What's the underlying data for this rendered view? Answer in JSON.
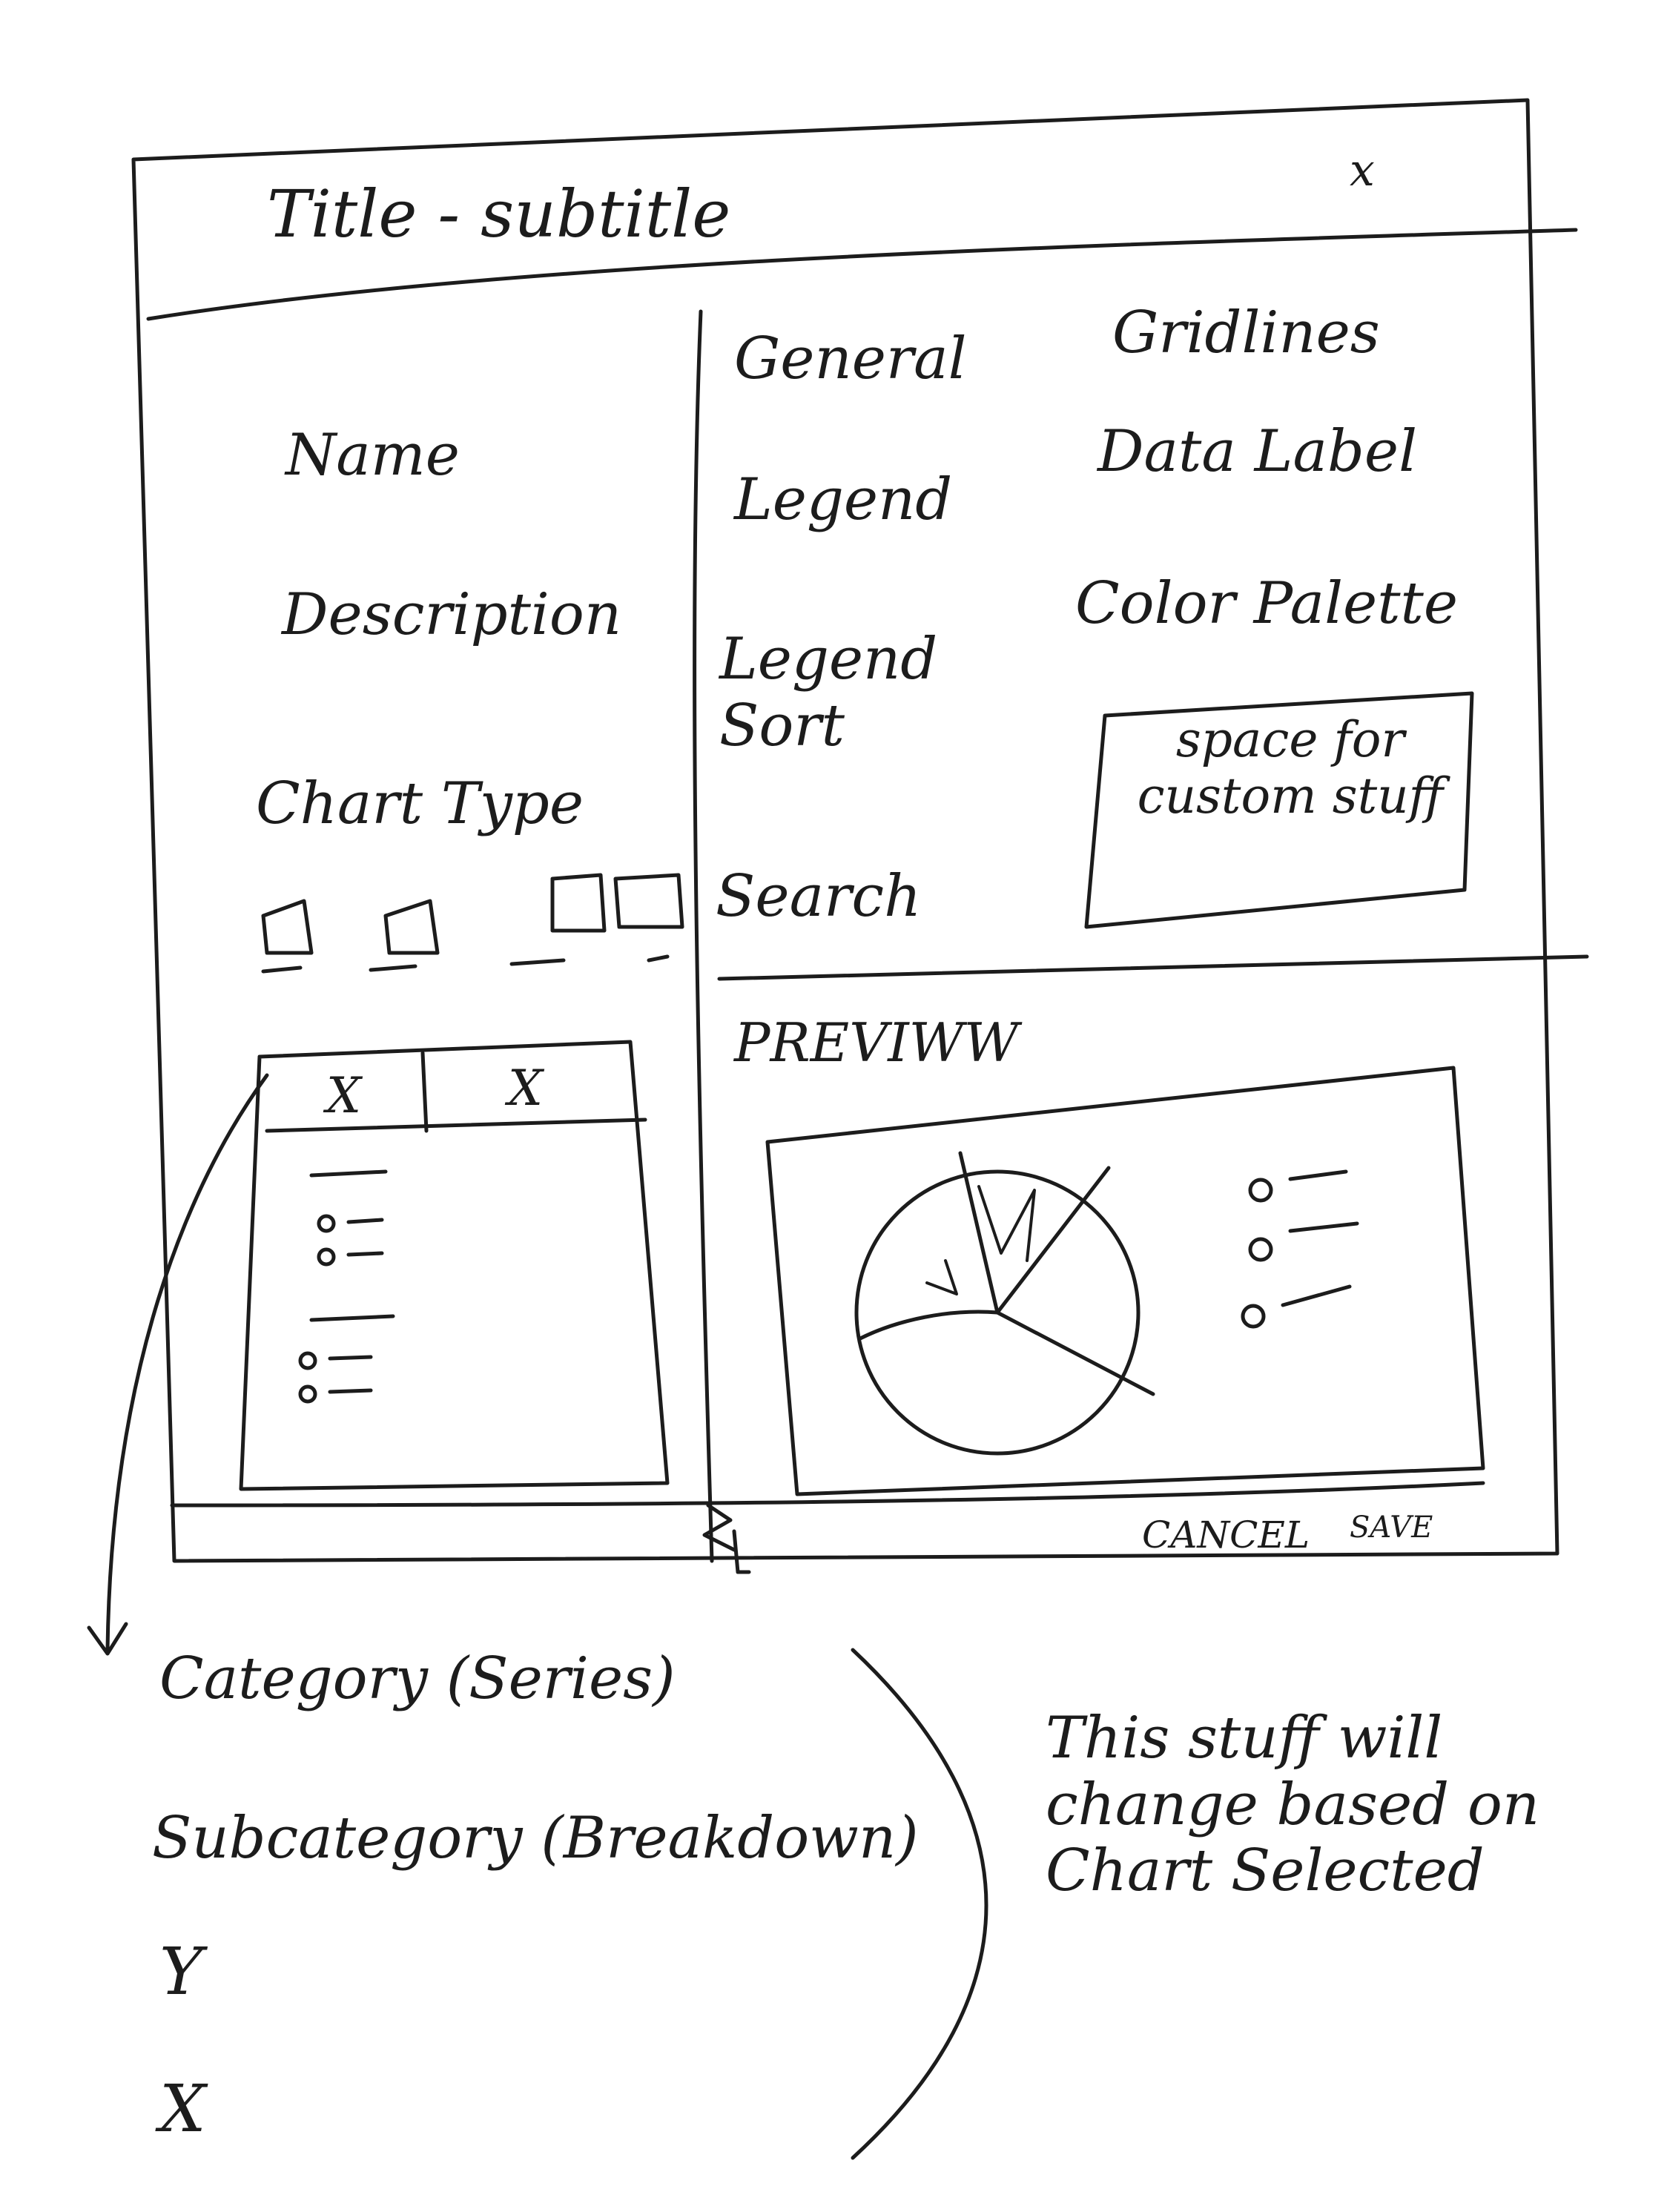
{
  "dialog": {
    "title": "Title - subtitle",
    "close_glyph": "x",
    "close_icon": "close-icon"
  },
  "left_panel": {
    "name_label": "Name",
    "description_label": "Description",
    "chart_type_label": "Chart Type",
    "chart_type_icon": "chart-type-thumbnail-icon",
    "chart_type_count": 4,
    "field_table": {
      "headers": [
        "X",
        "X"
      ]
    }
  },
  "options_panel": {
    "general": "General",
    "legend": "Legend",
    "legend_sort": "Legend Sort",
    "search": "Search",
    "gridlines": "Gridlines",
    "data_label": "Data Label",
    "color_palette": "Color Palette",
    "custom_area": "space for custom stuff"
  },
  "preview": {
    "label": "PREVIWW"
  },
  "footer": {
    "cancel_label": "CANCEL",
    "save_label": "SAVE",
    "resize_icon": "resize-handle-icon"
  },
  "annotations": {
    "field_list": [
      "Category (Series)",
      "Subcategory (Breakdown)",
      "Y",
      "X"
    ],
    "note": "This stuff will change based on Chart Selected"
  },
  "colors": {
    "ink": "#1c1c1c",
    "paper": "#ffffff"
  }
}
